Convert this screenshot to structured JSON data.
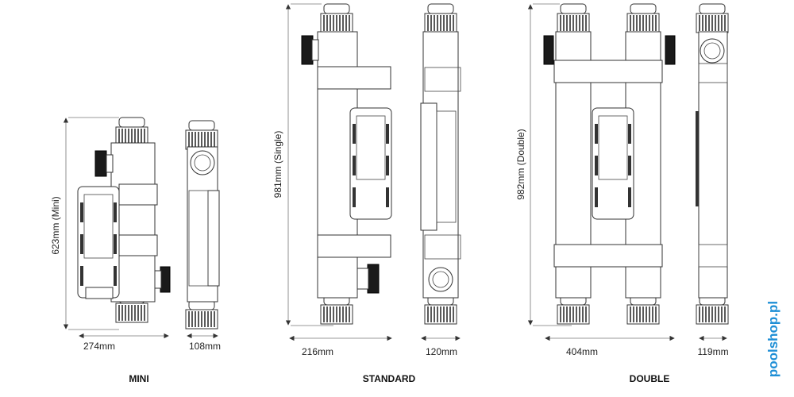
{
  "models": [
    {
      "name": "MINI",
      "height_label": "623mm (Mini)",
      "width_label": "274mm",
      "depth_label": "108mm"
    },
    {
      "name": "STANDARD",
      "height_label": "981mm (Single)",
      "width_label": "216mm",
      "depth_label": "120mm"
    },
    {
      "name": "DOUBLE",
      "height_label": "982mm (Double)",
      "width_label": "404mm",
      "depth_label": "119mm"
    }
  ],
  "logo": "poolshop.pl",
  "colors": {
    "line": "#333333",
    "logo": "#1f8fd6"
  }
}
